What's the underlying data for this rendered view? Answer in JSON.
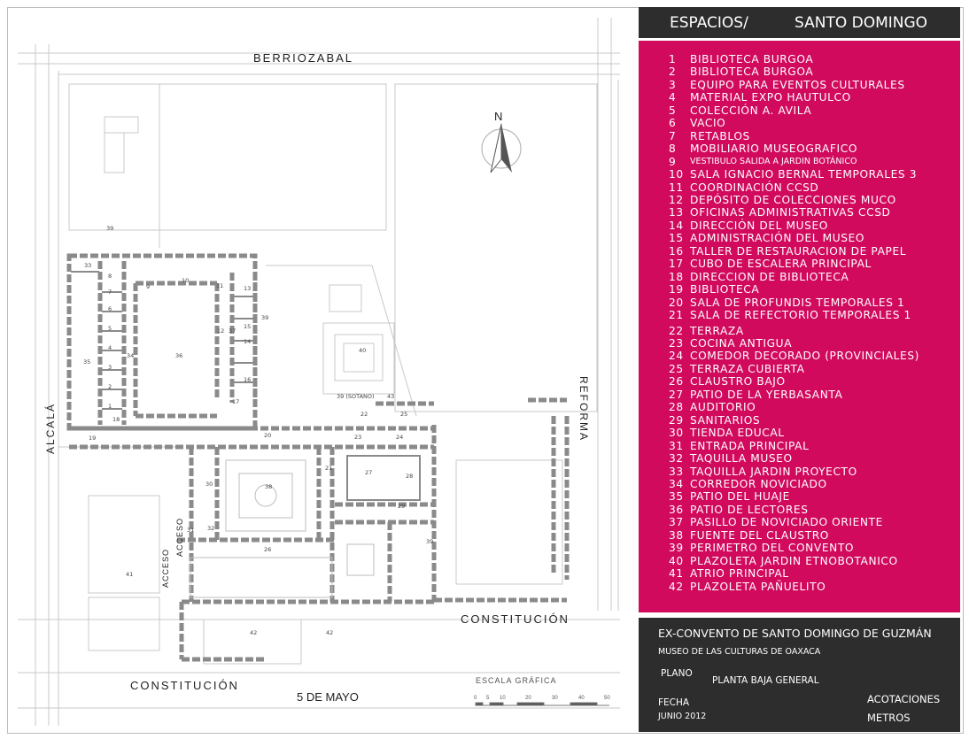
{
  "legend": {
    "title_left": "ESPACIOS/",
    "title_right": "SANTO DOMINGO",
    "items": [
      {
        "n": "1",
        "label": "BIBLIOTECA BURGOA"
      },
      {
        "n": "2",
        "label": "BIBLIOTECA BURGOA"
      },
      {
        "n": "3",
        "label": "EQUIPO PARA EVENTOS CULTURALES"
      },
      {
        "n": "4",
        "label": "MATERIAL  EXPO HAUTULCO"
      },
      {
        "n": "5",
        "label": "COLECCIÓN A. AVILA"
      },
      {
        "n": "6",
        "label": "VACIO"
      },
      {
        "n": "7",
        "label": "RETABLOS"
      },
      {
        "n": "8",
        "label": "MOBILIARIO MUSEOGRAFICO"
      },
      {
        "n": "9",
        "label": "VESTIBULO SALIDA A JARDIN BOTÁNICO"
      },
      {
        "n": "10",
        "label": "SALA IGNACIO BERNAL TEMPORALES 3"
      },
      {
        "n": "11",
        "label": "COORDINACIÓN CCSD"
      },
      {
        "n": "12",
        "label": "DEPÓSITO DE COLECCIONES MUCO"
      },
      {
        "n": "13",
        "label": "OFICINAS ADMINISTRATIVAS CCSD"
      },
      {
        "n": "14",
        "label": "DIRECCIÓN DEL MUSEO"
      },
      {
        "n": "15",
        "label": "ADMINISTRACIÓN  DEL MUSEO"
      },
      {
        "n": "16",
        "label": "TALLER DE RESTAURACION DE PAPEL"
      },
      {
        "n": "17",
        "label": "CUBO DE ESCALERA PRINCIPAL"
      },
      {
        "n": "18",
        "label": "DIRECCION DE BIBLIOTECA"
      },
      {
        "n": "19",
        "label": "BIBLIOTECA"
      },
      {
        "n": "20",
        "label": "SALA DE PROFUNDIS TEMPORALES 1"
      },
      {
        "n": "21",
        "label": "SALA DE REFECTORIO TEMPORALES 1"
      },
      {
        "n": "22",
        "label": "TERRAZA"
      },
      {
        "n": "23",
        "label": "COCINA ANTIGUA"
      },
      {
        "n": "24",
        "label": "COMEDOR DECORADO (PROVINCIALES)"
      },
      {
        "n": "25",
        "label": "TERRAZA CUBIERTA"
      },
      {
        "n": "26",
        "label": "CLAUSTRO BAJO"
      },
      {
        "n": "27",
        "label": "PATIO DE LA YERBASANTA"
      },
      {
        "n": "28",
        "label": "AUDITORIO"
      },
      {
        "n": "29",
        "label": "SANITARIOS"
      },
      {
        "n": "30",
        "label": "TIENDA EDUCAL"
      },
      {
        "n": "31",
        "label": "ENTRADA PRINCIPAL"
      },
      {
        "n": "32",
        "label": "TAQUILLA MUSEO"
      },
      {
        "n": "33",
        "label": "TAQUILLA JARDIN PROYECTO"
      },
      {
        "n": "34",
        "label": "CORREDOR NOVICIADO"
      },
      {
        "n": "35",
        "label": "PATIO DEL HUAJE"
      },
      {
        "n": "36",
        "label": "PATIO DE LECTORES"
      },
      {
        "n": "37",
        "label": "PASILLO DE NOVICIADO ORIENTE"
      },
      {
        "n": "38",
        "label": "FUENTE DEL CLAUSTRO"
      },
      {
        "n": "39",
        "label": "PERIMETRO DEL CONVENTO"
      },
      {
        "n": "40",
        "label": "PLAZOLETA JARDIN ETNOBOTANICO"
      },
      {
        "n": "41",
        "label": "ATRIO PRINCIPAL"
      },
      {
        "n": "42",
        "label": "PLAZOLETA PAÑUELITO"
      }
    ]
  },
  "title_block": {
    "title": "EX-CONVENTO DE SANTO DOMINGO DE GUZMÁN",
    "subtitle": "MUSEO DE LAS CULTURAS DE OAXACA",
    "plano_label": "PLANO",
    "plano_value": "PLANTA BAJA GENERAL",
    "fecha_label": "FECHA",
    "fecha_value": "JUNIO 2012",
    "acot_label": "ACOTACIONES",
    "acot_value": "METROS"
  },
  "map": {
    "streets": {
      "north": "BERRIOZABAL",
      "west": "ALCALÁ",
      "east": "REFORMA",
      "south_east": "CONSTITUCIÓN",
      "south_west": "CONSTITUCIÓN",
      "south": "5 DE MAYO"
    },
    "acceso_1": "ACCESO",
    "acceso_2": "ACCESO",
    "north_label": "N",
    "scale_title": "ESCALA GRÁFICA",
    "scale_ticks": [
      "0",
      "5",
      "10",
      "20",
      "30",
      "40",
      "50"
    ],
    "room_labels": [
      "33",
      "39",
      "8",
      "10",
      "11",
      "13",
      "7",
      "9",
      "6",
      "5",
      "12",
      "15",
      "4",
      "14",
      "3",
      "16",
      "2",
      "1",
      "18",
      "39",
      "35",
      "34",
      "36",
      "37",
      "17",
      "40",
      "39 (SOTANO)",
      "43",
      "22",
      "25",
      "19",
      "20",
      "23",
      "24",
      "30",
      "38",
      "21",
      "27",
      "28",
      "29",
      "26",
      "31",
      "32",
      "41",
      "42",
      "42",
      "39"
    ]
  },
  "colors": {
    "legend_bg": "#d10a5e",
    "header_bg": "#2d2d2d",
    "wall": "#8a8a8a"
  }
}
